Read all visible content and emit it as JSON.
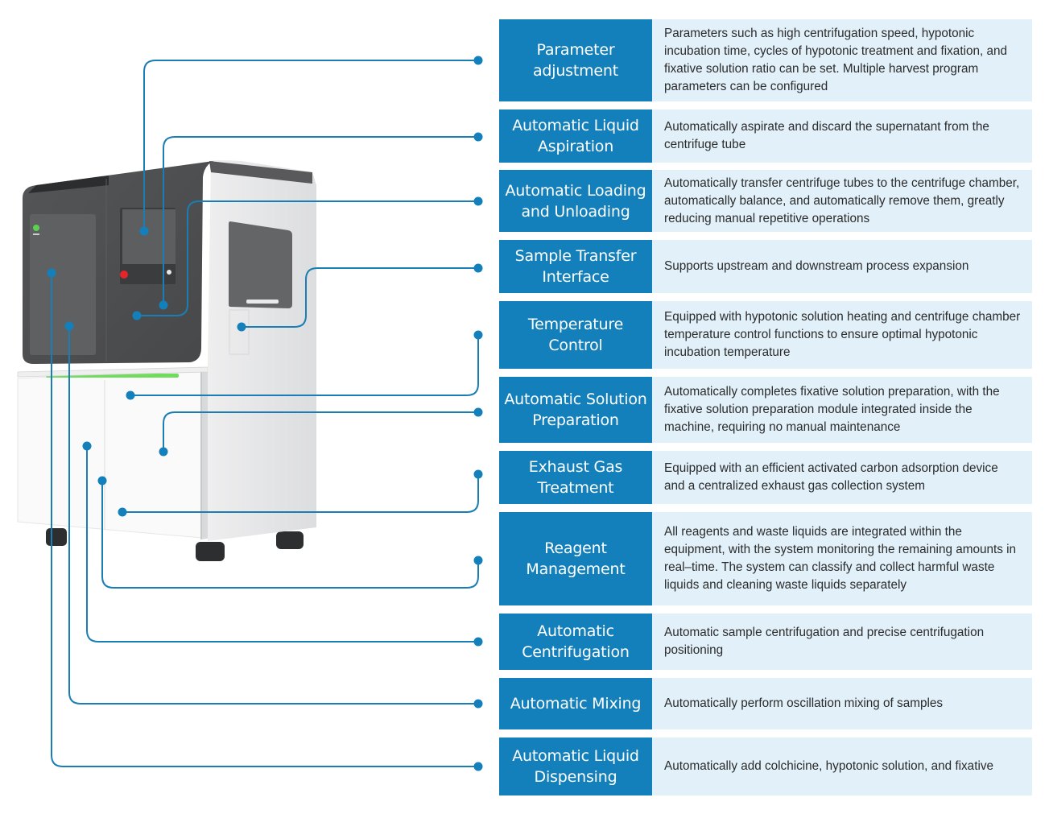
{
  "colors": {
    "accent": "#1380bb",
    "connector": "#1a7eb4",
    "description_bg": "#e1f0f9",
    "title_text": "#ffffff",
    "body_text": "#2b2b2b",
    "machine_dark": "#4e4f51",
    "machine_light": "#e3e4e5",
    "status_strip": "#6fdc5c",
    "emergency_button": "#e3262b"
  },
  "machine": {
    "name": "automated-chromosome-harvester",
    "logo_icon": "green-logo-icon"
  },
  "features": [
    {
      "title": "Parameter adjustment",
      "description": "Parameters such as high centrifugation speed, hypotonic incubation time, cycles of hypotonic treatment and fixation, and fixative solution ratio can be set. Multiple harvest program parameters can be configured"
    },
    {
      "title": "Automatic Liquid Aspiration",
      "description": "Automatically aspirate and discard the supernatant from the centrifuge tube"
    },
    {
      "title": "Automatic Loading and Unloading",
      "description": "Automatically transfer centrifuge tubes to the centrifuge chamber, automatically balance, and automatically remove them, greatly reducing manual repetitive operations"
    },
    {
      "title": "Sample Transfer Interface",
      "description": "Supports upstream and downstream process expansion"
    },
    {
      "title": "Temperature Control",
      "description": "Equipped with hypotonic solution heating and centrifuge chamber temperature control functions to ensure optimal hypotonic incubation temperature"
    },
    {
      "title": "Automatic Solution Preparation",
      "description": "Automatically completes fixative solution preparation, with the fixative solution preparation module integrated inside the machine, requiring no manual maintenance"
    },
    {
      "title": "Exhaust Gas Treatment",
      "description": "Equipped with an efficient activated carbon adsorption device and a centralized exhaust gas collection system"
    },
    {
      "title": "Reagent Management",
      "description": "All reagents and waste liquids are integrated within the equipment, with the system monitoring the remaining amounts in real–time. The system can classify and collect harmful waste liquids and cleaning waste liquids separately"
    },
    {
      "title": "Automatic Centrifugation",
      "description": "Automatic sample centrifugation and precise centrifugation positioning"
    },
    {
      "title": "Automatic Mixing",
      "description": "Automatically perform oscillation mixing of samples"
    },
    {
      "title": "Automatic Liquid Dispensing",
      "description": "Automatically add colchicine, hypotonic solution, and fixative"
    }
  ]
}
